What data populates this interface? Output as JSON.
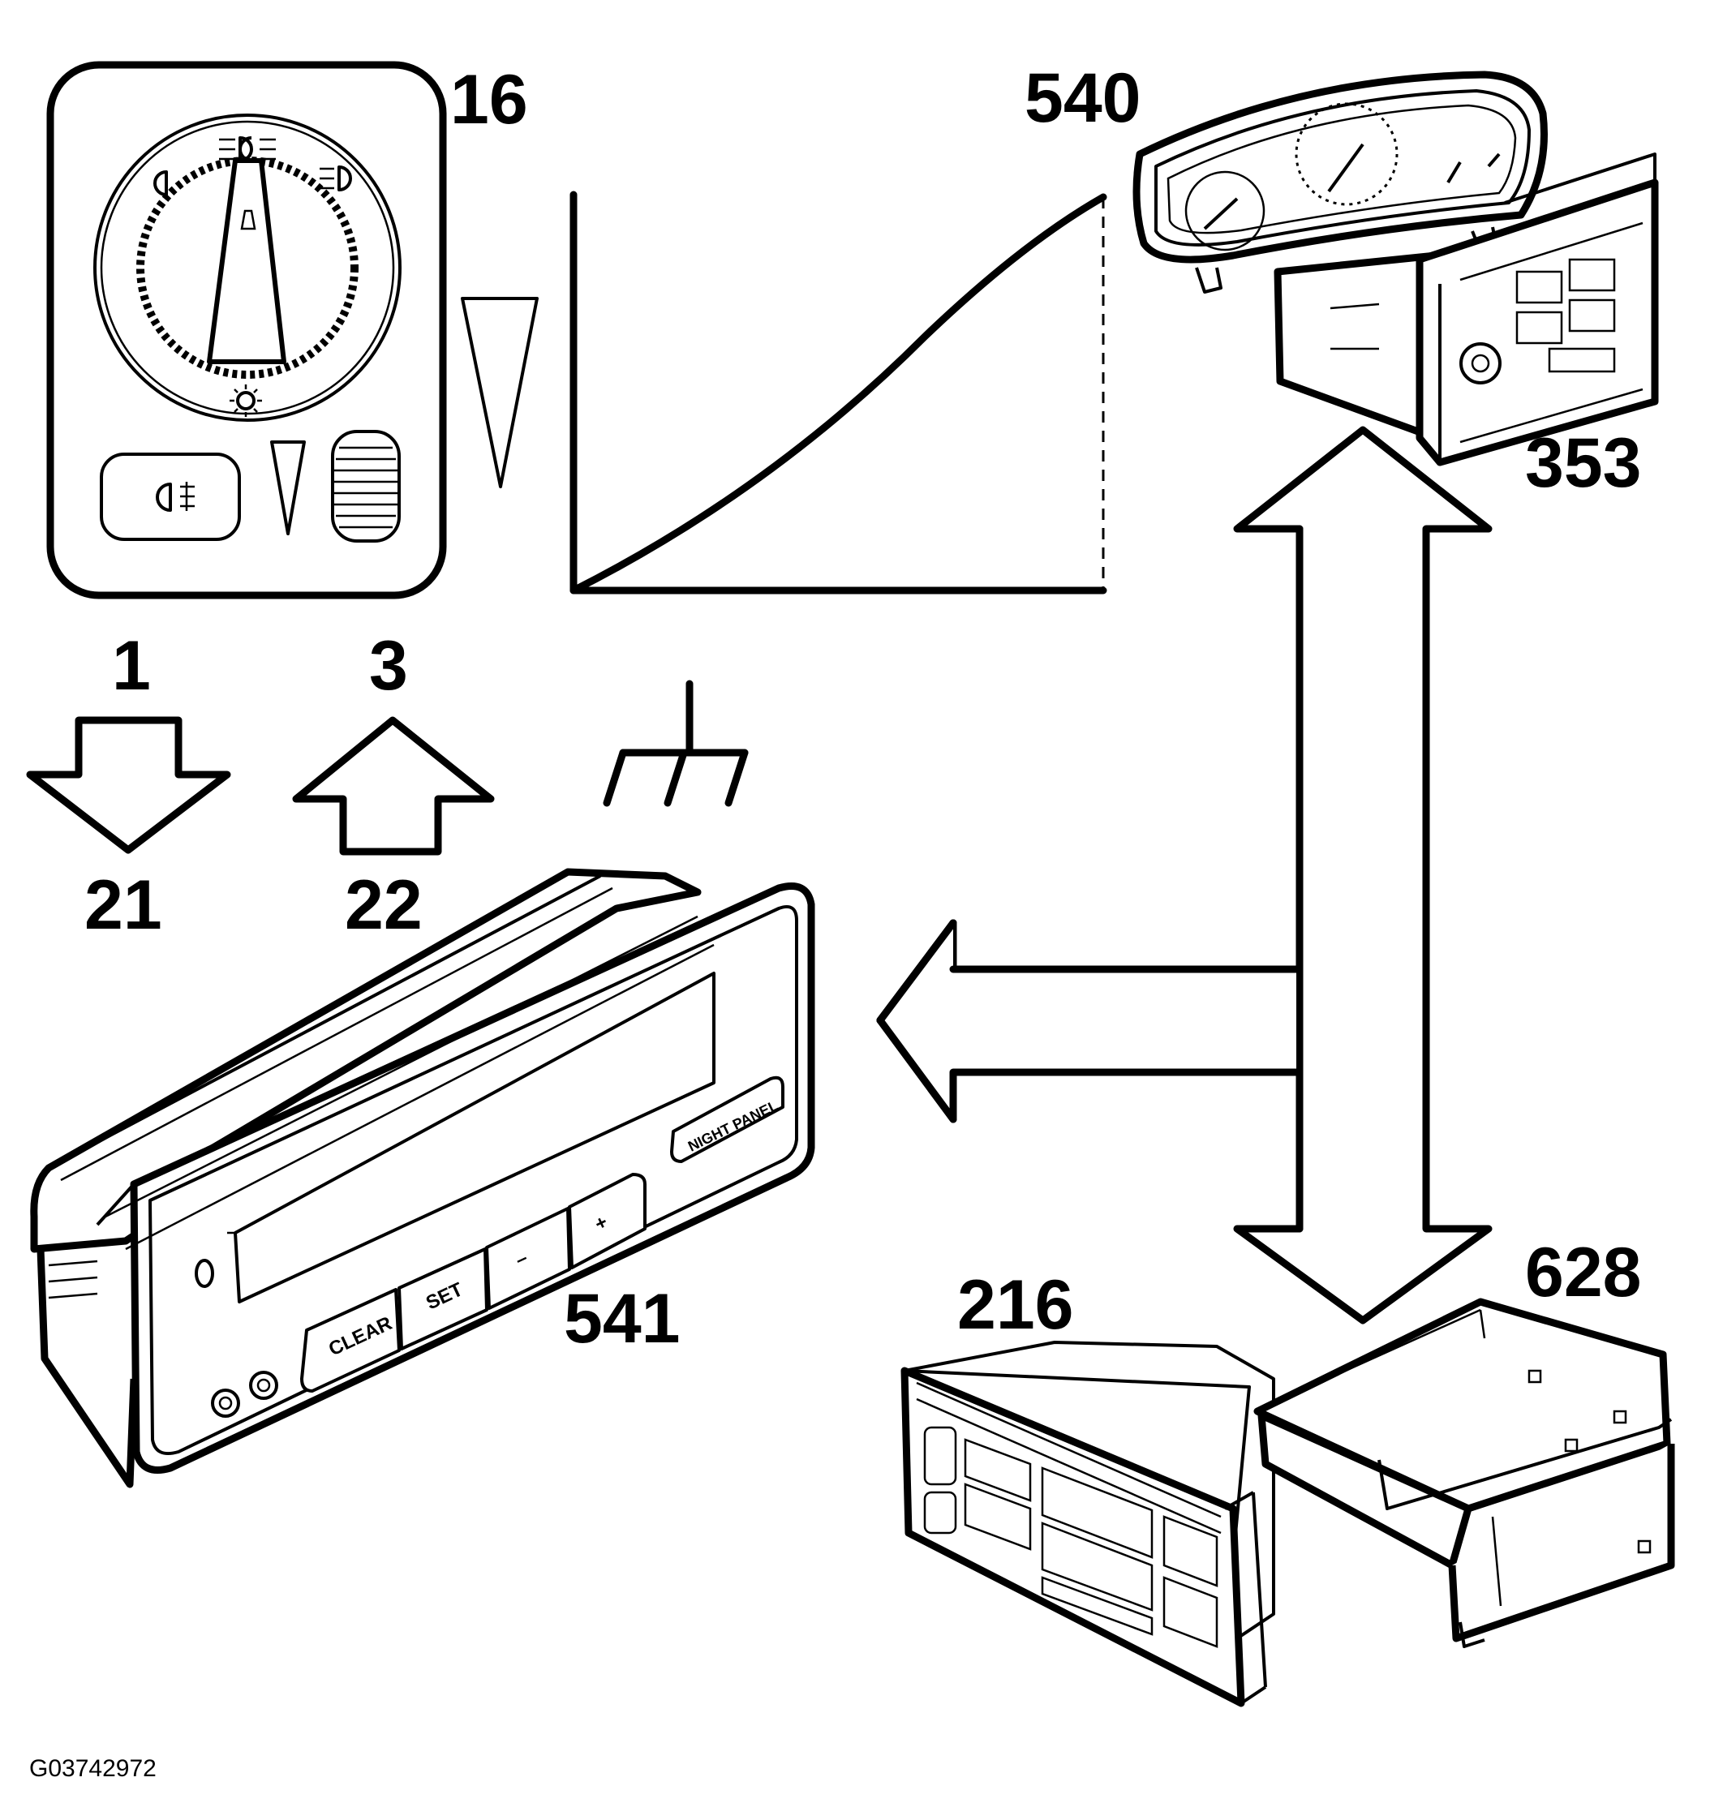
{
  "labels": {
    "light_switch": "16",
    "instrument_cluster": "540",
    "audio_unit": "353",
    "input_pin": "1",
    "output_pin": "3",
    "input_signal": "21",
    "output_signal": "22",
    "info_display": "541",
    "climate_panel": "216",
    "aux_unit": "628"
  },
  "buttons": {
    "clear": "CLEAR",
    "set": "SET",
    "minus": "–",
    "plus": "+",
    "night_panel": "NIGHT PANEL"
  },
  "reference": "G03742972"
}
